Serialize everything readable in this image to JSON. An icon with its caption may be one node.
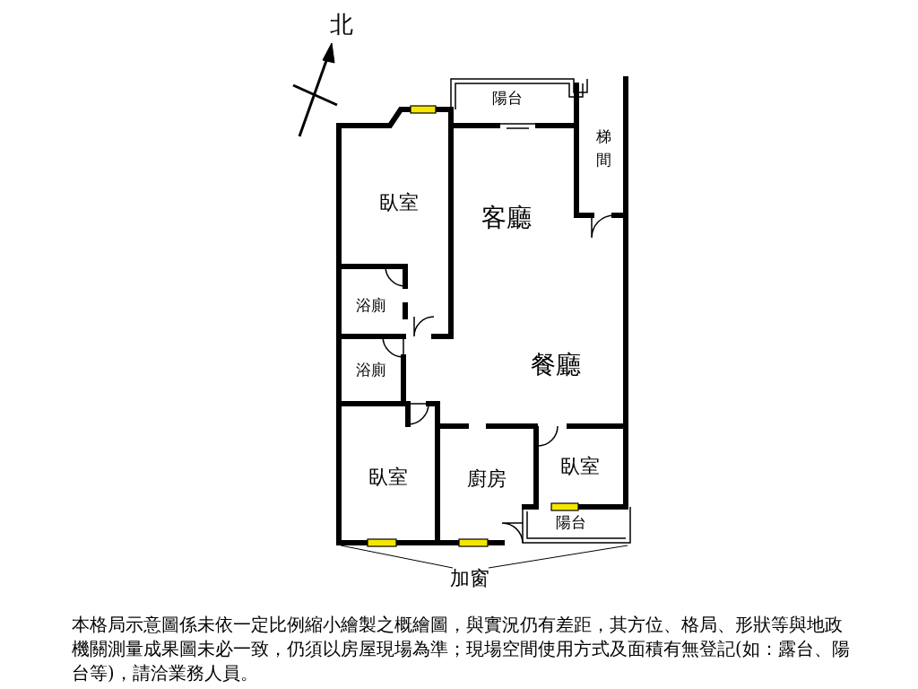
{
  "diagram": {
    "caption": "本格局示意圖係未依一定比例縮小繪製之概繪圖，與實況仍有差距，其方位、格局、形狀等與地政機關測量成果圖未必一致，仍須以房屋現場為準；現場空間使用方式及面積有無登記(如：露台、陽台等)，請洽業務人員。",
    "nodes": [
      {
        "text": [
          "陽台"
        ]
      },
      {
        "text": [
          "梯間"
        ]
      },
      {
        "text": [
          "臥室"
        ]
      },
      {
        "text": [
          "客廳"
        ]
      },
      {
        "text": [
          "浴廁"
        ]
      },
      {
        "text": [
          "浴廁"
        ]
      },
      {
        "text": [
          "餐廳"
        ]
      },
      {
        "text": [
          "臥室"
        ]
      },
      {
        "text": [
          "廚房"
        ]
      },
      {
        "text": [
          "臥室"
        ]
      },
      {
        "text": [
          "陽台"
        ]
      }
    ],
    "labels": [
      "北",
      "加窗"
    ]
  }
}
